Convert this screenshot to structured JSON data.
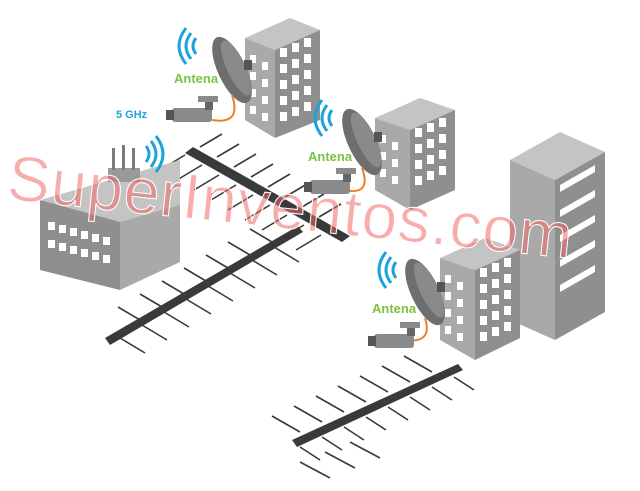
{
  "labels": {
    "ap_band": "5 GHz",
    "antenna_1": "Antena",
    "antenna_2": "Antena",
    "antenna_3": "Antena"
  },
  "watermark": "SuperInventos.com",
  "colors": {
    "building_front": "#8f8f8f",
    "building_side": "#a9a9a9",
    "building_top": "#c4c4c4",
    "window": "#ffffff",
    "road": "#3a3a3a",
    "antenna_label": "#7dc242",
    "wifi": "#1ca3dc",
    "cable": "#f07c1e",
    "watermark": "#f26a6a"
  },
  "icons": [
    "wifi-signal-icon",
    "dish-antenna-icon",
    "security-camera-icon",
    "access-point-icon"
  ]
}
